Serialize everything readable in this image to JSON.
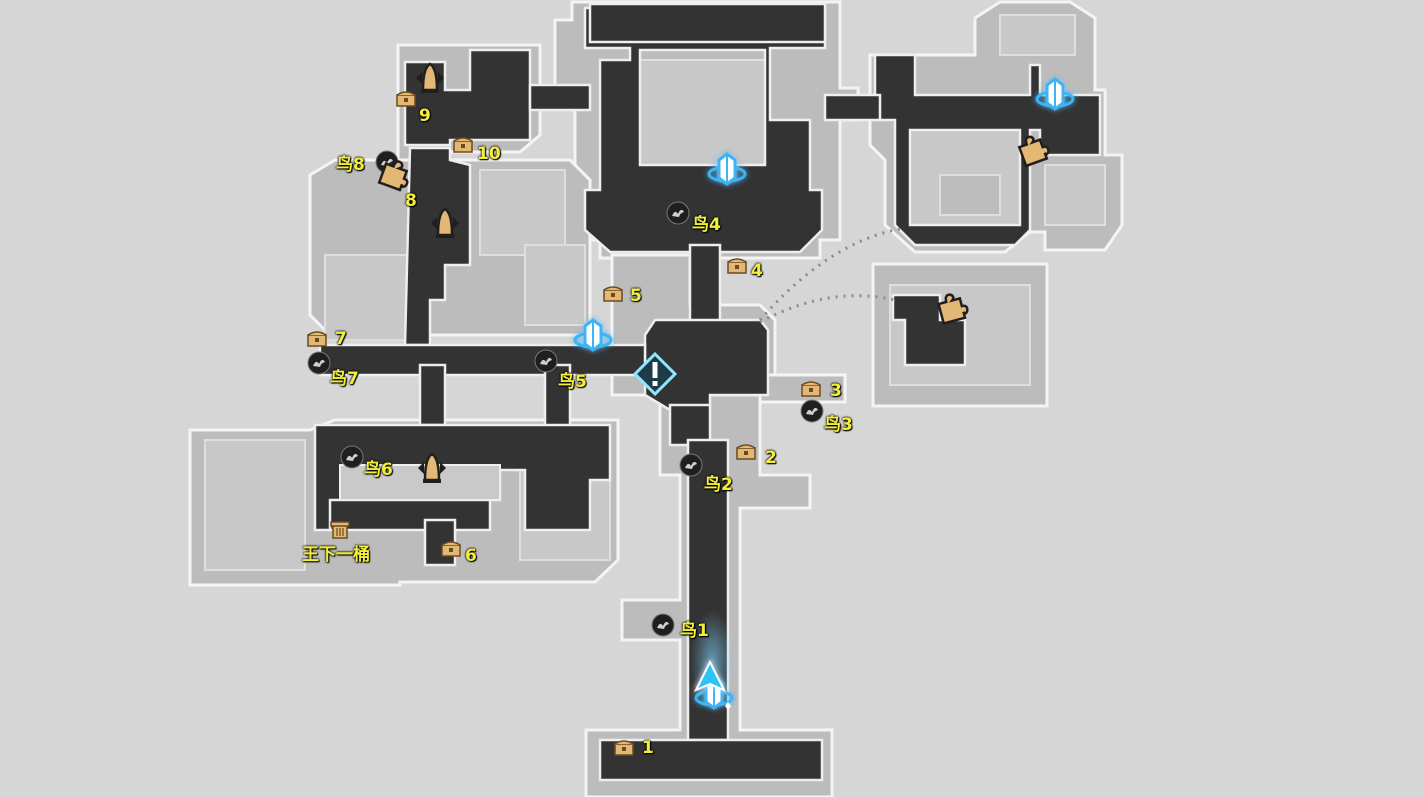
{
  "map": {
    "chest_labels": {
      "c1": "1",
      "c2": "2",
      "c3": "3",
      "c4": "4",
      "c5": "5",
      "c6": "6",
      "c7": "7",
      "c8": "8",
      "c9": "9",
      "c10": "10"
    },
    "bird_labels": {
      "b1": "鸟1",
      "b2": "鸟2",
      "b3": "鸟3",
      "b4": "鸟4",
      "b5": "鸟5",
      "b6": "鸟6",
      "b7": "鸟7",
      "b8": "鸟8"
    },
    "special_label": "王下一桶",
    "colors": {
      "background": "#d6d6d6",
      "room_light": "#b9b9b9",
      "room_outline": "#f4f4f4",
      "corridor": "#333333",
      "label_yellow": "#f2ee3a",
      "teleport_blue": "#3db4f5",
      "chest_gold": "#e3b774"
    },
    "icons": {
      "chest": "treasure-chest-icon",
      "bird": "bird-collectible-icon",
      "bell": "bell-icon",
      "puzzle": "puzzle-piece-icon",
      "teleport": "space-anchor-icon",
      "special": "quest-marker-icon",
      "player": "player-arrow-icon",
      "trashcan": "trash-can-icon"
    }
  }
}
